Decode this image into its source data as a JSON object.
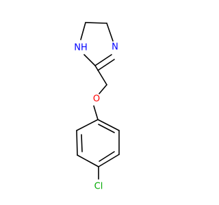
{
  "atoms": {
    "nh": {
      "label": "NH",
      "color": "#0000ff"
    },
    "n": {
      "label": "N",
      "color": "#0000ff"
    },
    "o": {
      "label": "O",
      "color": "#ff0000"
    },
    "cl": {
      "label": "Cl",
      "color": "#00aa00"
    }
  }
}
